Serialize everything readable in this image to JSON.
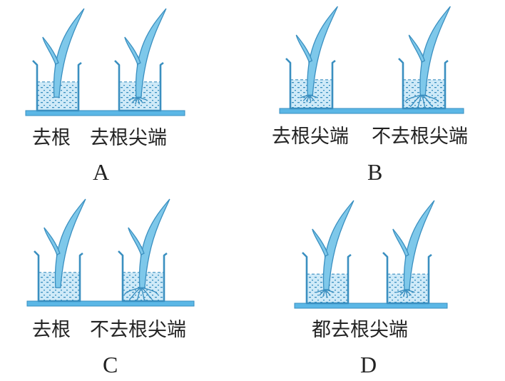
{
  "colors": {
    "leaf": "#7ec8ea",
    "leaf_stroke": "#3a8fc0",
    "water": "#cfeaf8",
    "water_dots": "#3a8fc0",
    "glass": "#3a8fc0",
    "shelf": "#5bb7e6",
    "root": "#3a8fc0",
    "text": "#222222"
  },
  "icons": [
    "seedling-icon",
    "beaker-icon",
    "root-icon",
    "shelf-icon"
  ],
  "panels": [
    {
      "id": "A",
      "letter": "A",
      "caption_left": "去根",
      "caption_right": "去根尖端",
      "beakers": [
        {
          "roots": "none"
        },
        {
          "roots": "tipless"
        }
      ]
    },
    {
      "id": "B",
      "letter": "B",
      "caption_left": "去根尖端",
      "caption_right": "不去根尖端",
      "beakers": [
        {
          "roots": "tipless"
        },
        {
          "roots": "full"
        }
      ]
    },
    {
      "id": "C",
      "letter": "C",
      "caption_left": "去根",
      "caption_right": "不去根尖端",
      "beakers": [
        {
          "roots": "none"
        },
        {
          "roots": "full"
        }
      ]
    },
    {
      "id": "D",
      "letter": "D",
      "caption": "都去根尖端",
      "beakers": [
        {
          "roots": "tipless"
        },
        {
          "roots": "tipless"
        }
      ]
    }
  ]
}
